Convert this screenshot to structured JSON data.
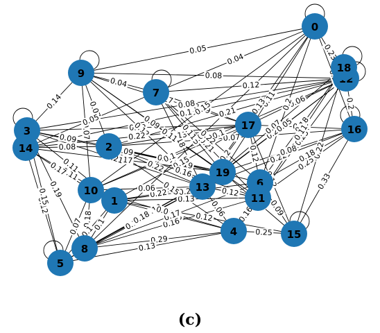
{
  "caption": "(c)",
  "colors": {
    "node": "#1f77b4",
    "edge": "#000000",
    "label": "#000000"
  },
  "nodes": [
    {
      "id": "0"
    },
    {
      "id": "1"
    },
    {
      "id": "2"
    },
    {
      "id": "3"
    },
    {
      "id": "4"
    },
    {
      "id": "5"
    },
    {
      "id": "6"
    },
    {
      "id": "7"
    },
    {
      "id": "8"
    },
    {
      "id": "9"
    },
    {
      "id": "10"
    },
    {
      "id": "11"
    },
    {
      "id": "12"
    },
    {
      "id": "13"
    },
    {
      "id": "14"
    },
    {
      "id": "15"
    },
    {
      "id": "16"
    },
    {
      "id": "17"
    },
    {
      "id": "18"
    },
    {
      "id": "19"
    }
  ],
  "self_loops": [
    "0",
    "3",
    "5",
    "7",
    "9",
    "12",
    "15",
    "16",
    "18"
  ],
  "edges": [
    {
      "source": "9",
      "target": "0",
      "weight": "0.05"
    },
    {
      "source": "7",
      "target": "0",
      "weight": "0.04"
    },
    {
      "source": "9",
      "target": "12",
      "weight": "0.08"
    },
    {
      "source": "9",
      "target": "7",
      "weight": "0.04"
    },
    {
      "source": "0",
      "target": "12",
      "weight": "0.23"
    },
    {
      "source": "12",
      "target": "16",
      "weight": "0.2"
    },
    {
      "source": "16",
      "target": "15",
      "weight": "0.33"
    },
    {
      "source": "3",
      "target": "9",
      "weight": "0.14"
    },
    {
      "source": "14",
      "target": "2",
      "weight": "0.08"
    },
    {
      "source": "3",
      "target": "2",
      "weight": "0.09"
    },
    {
      "source": "5",
      "target": "14",
      "weight": "0.12"
    },
    {
      "source": "8",
      "target": "3",
      "weight": "0.19"
    },
    {
      "source": "8",
      "target": "10",
      "weight": "0.18"
    },
    {
      "source": "8",
      "target": "4",
      "weight": "0.29"
    },
    {
      "source": "4",
      "target": "15",
      "weight": "0.25"
    },
    {
      "source": "1",
      "target": "4",
      "weight": "0.25"
    },
    {
      "source": "1",
      "target": "13",
      "weight": "0.22"
    },
    {
      "source": "0",
      "target": "16",
      "weight": "0.27"
    },
    {
      "source": "7",
      "target": "13",
      "weight": "0.18"
    },
    {
      "source": "2",
      "target": "13",
      "weight": "0.22"
    },
    {
      "source": "17",
      "target": "6",
      "weight": "0.12"
    },
    {
      "source": "6",
      "target": "15",
      "weight": "0.09"
    },
    {
      "source": "11",
      "target": "16",
      "weight": "0.25"
    },
    {
      "source": "17",
      "target": "16",
      "weight": "0.11"
    },
    {
      "source": "12",
      "target": "17",
      "weight": "0.06"
    },
    {
      "source": "7",
      "target": "17",
      "weight": "0.09"
    },
    {
      "source": "2",
      "target": "17",
      "weight": "0.13"
    },
    {
      "source": "10",
      "target": "13",
      "weight": "0.06"
    },
    {
      "source": "8",
      "target": "19",
      "weight": "0.13"
    },
    {
      "source": "5",
      "target": "13",
      "weight": "0.1"
    },
    {
      "source": "14",
      "target": "1",
      "weight": "0.11"
    },
    {
      "source": "9",
      "target": "10",
      "weight": "0.07"
    },
    {
      "source": "3",
      "target": "17",
      "weight": "0.12"
    },
    {
      "source": "9",
      "target": "2",
      "weight": "0.07"
    },
    {
      "source": "2",
      "target": "19",
      "weight": "0.07"
    },
    {
      "source": "7",
      "target": "11",
      "weight": "0.21"
    },
    {
      "source": "0",
      "target": "19",
      "weight": "0.11"
    },
    {
      "source": "12",
      "target": "13",
      "weight": "0.22"
    },
    {
      "source": "18",
      "target": "6",
      "weight": "0.18"
    },
    {
      "source": "14",
      "target": "7",
      "weight": "0.05"
    },
    {
      "source": "2",
      "target": "12",
      "weight": "0.21"
    },
    {
      "source": "9",
      "target": "17",
      "weight": "0.17"
    },
    {
      "source": "10",
      "target": "0",
      "weight": "0.15"
    },
    {
      "source": "2",
      "target": "6",
      "weight": "0.19"
    },
    {
      "source": "14",
      "target": "10",
      "weight": "0.17"
    },
    {
      "source": "3",
      "target": "5",
      "weight": "0.15"
    },
    {
      "source": "8",
      "target": "13",
      "weight": "0.12"
    },
    {
      "source": "4",
      "target": "11",
      "weight": "0.16"
    },
    {
      "source": "1",
      "target": "11",
      "weight": "0.13"
    },
    {
      "source": "13",
      "target": "16",
      "weight": "0.22"
    },
    {
      "source": "18",
      "target": "15",
      "weight": "0.22"
    },
    {
      "source": "9",
      "target": "13",
      "weight": "0.12"
    },
    {
      "source": "3",
      "target": "1",
      "weight": "0.11"
    },
    {
      "source": "8",
      "target": "0",
      "weight": "0.09"
    },
    {
      "source": "19",
      "target": "16",
      "weight": "0.08"
    },
    {
      "source": "17",
      "target": "13",
      "weight": "0.2"
    },
    {
      "source": "2",
      "target": "16",
      "weight": "0.07"
    },
    {
      "source": "5",
      "target": "19",
      "weight": "0.18"
    },
    {
      "source": "1",
      "target": "17",
      "weight": "0.15"
    },
    {
      "source": "10",
      "target": "12",
      "weight": "0.1"
    },
    {
      "source": "14",
      "target": "12",
      "weight": "0.1"
    },
    {
      "source": "3",
      "target": "12",
      "weight": "0.08"
    },
    {
      "source": "7",
      "target": "6",
      "weight": "0.22"
    },
    {
      "source": "8",
      "target": "11",
      "weight": "0.16"
    },
    {
      "source": "5",
      "target": "4",
      "weight": "0.13"
    },
    {
      "source": "1",
      "target": "6",
      "weight": "0.21"
    },
    {
      "source": "13",
      "target": "11",
      "weight": "0.12"
    },
    {
      "source": "19",
      "target": "15",
      "weight": "0.13"
    },
    {
      "source": "0",
      "target": "6",
      "weight": "0.2"
    },
    {
      "source": "12",
      "target": "11",
      "weight": "0.25"
    },
    {
      "source": "18",
      "target": "11",
      "weight": "0.11"
    },
    {
      "source": "17",
      "target": "15",
      "weight": "0.12"
    },
    {
      "source": "9",
      "target": "19",
      "weight": "0.09"
    },
    {
      "source": "14",
      "target": "19",
      "weight": "0.17"
    },
    {
      "source": "3",
      "target": "13",
      "weight": "0.21"
    },
    {
      "source": "10",
      "target": "17",
      "weight": "0.1"
    },
    {
      "source": "7",
      "target": "19",
      "weight": "0.11"
    },
    {
      "source": "8",
      "target": "1",
      "weight": "0.1"
    },
    {
      "source": "5",
      "target": "10",
      "weight": "0.07"
    },
    {
      "source": "4",
      "target": "13",
      "weight": "0.06"
    },
    {
      "source": "2",
      "target": "4",
      "weight": "0.15"
    },
    {
      "source": "6",
      "target": "16",
      "weight": "0.18"
    },
    {
      "source": "0",
      "target": "13",
      "weight": "0.13"
    },
    {
      "source": "18",
      "target": "13",
      "weight": "0.07"
    },
    {
      "source": "12",
      "target": "19",
      "weight": "0.05"
    },
    {
      "source": "9",
      "target": "11",
      "weight": "0.11"
    },
    {
      "source": "14",
      "target": "17",
      "weight": "0.22"
    },
    {
      "source": "3",
      "target": "19",
      "weight": "0.09"
    },
    {
      "source": "8",
      "target": "6",
      "weight": "0.17"
    },
    {
      "source": "5",
      "target": "1",
      "weight": "0.1"
    },
    {
      "source": "1",
      "target": "15",
      "weight": "0.12"
    },
    {
      "source": "10",
      "target": "4",
      "weight": "0.0"
    },
    {
      "source": "2",
      "target": "11",
      "weight": "0.16"
    },
    {
      "source": "7",
      "target": "12",
      "weight": "0.12"
    }
  ]
}
